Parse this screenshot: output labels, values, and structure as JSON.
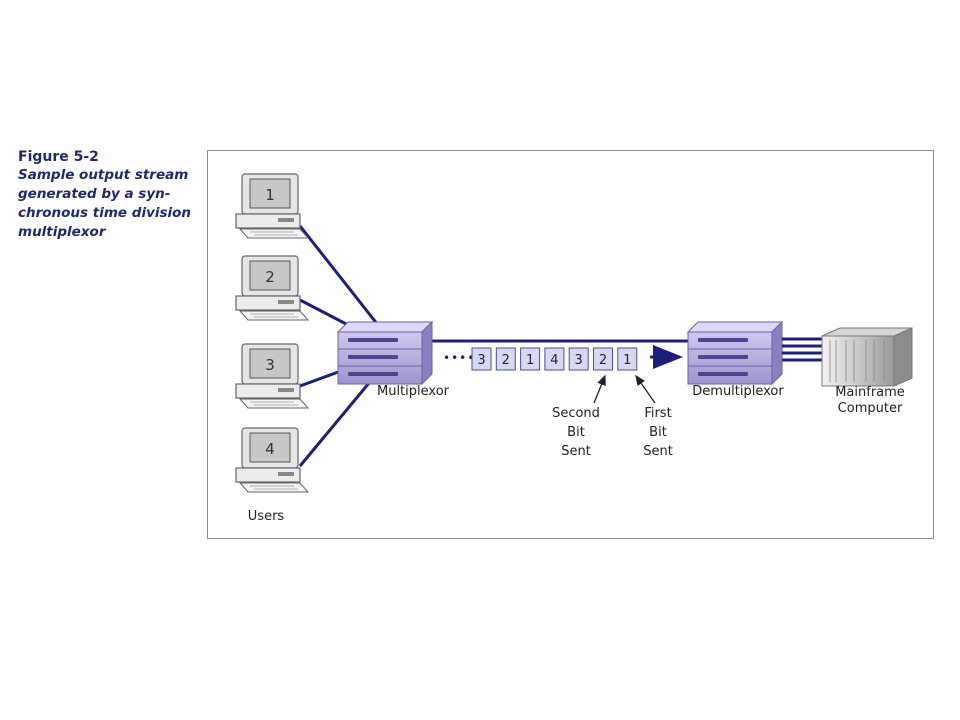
{
  "figure": {
    "title": "Figure 5-2",
    "description": "Sample output stream\ngenerated by a syn-\nchronous time division\nmultiplexor"
  },
  "users": {
    "label": "Users",
    "terminals": [
      "1",
      "2",
      "3",
      "4"
    ]
  },
  "multiplexor_label": "Multiplexor",
  "demultiplexor_label": "Demultiplexor",
  "mainframe_label": [
    "Mainframe",
    "Computer"
  ],
  "stream": {
    "ellipsis": "••••",
    "frames": [
      "3",
      "2",
      "1",
      "4",
      "3",
      "2",
      "1"
    ]
  },
  "annotations": {
    "second": [
      "Second",
      "Bit",
      "Sent"
    ],
    "first": [
      "First",
      "Bit",
      "Sent"
    ]
  },
  "colors": {
    "link": "#1b1f7a",
    "caption": "#1f2a6e",
    "device": "#b9b2dc",
    "frame_box": "#d8d9ee"
  }
}
